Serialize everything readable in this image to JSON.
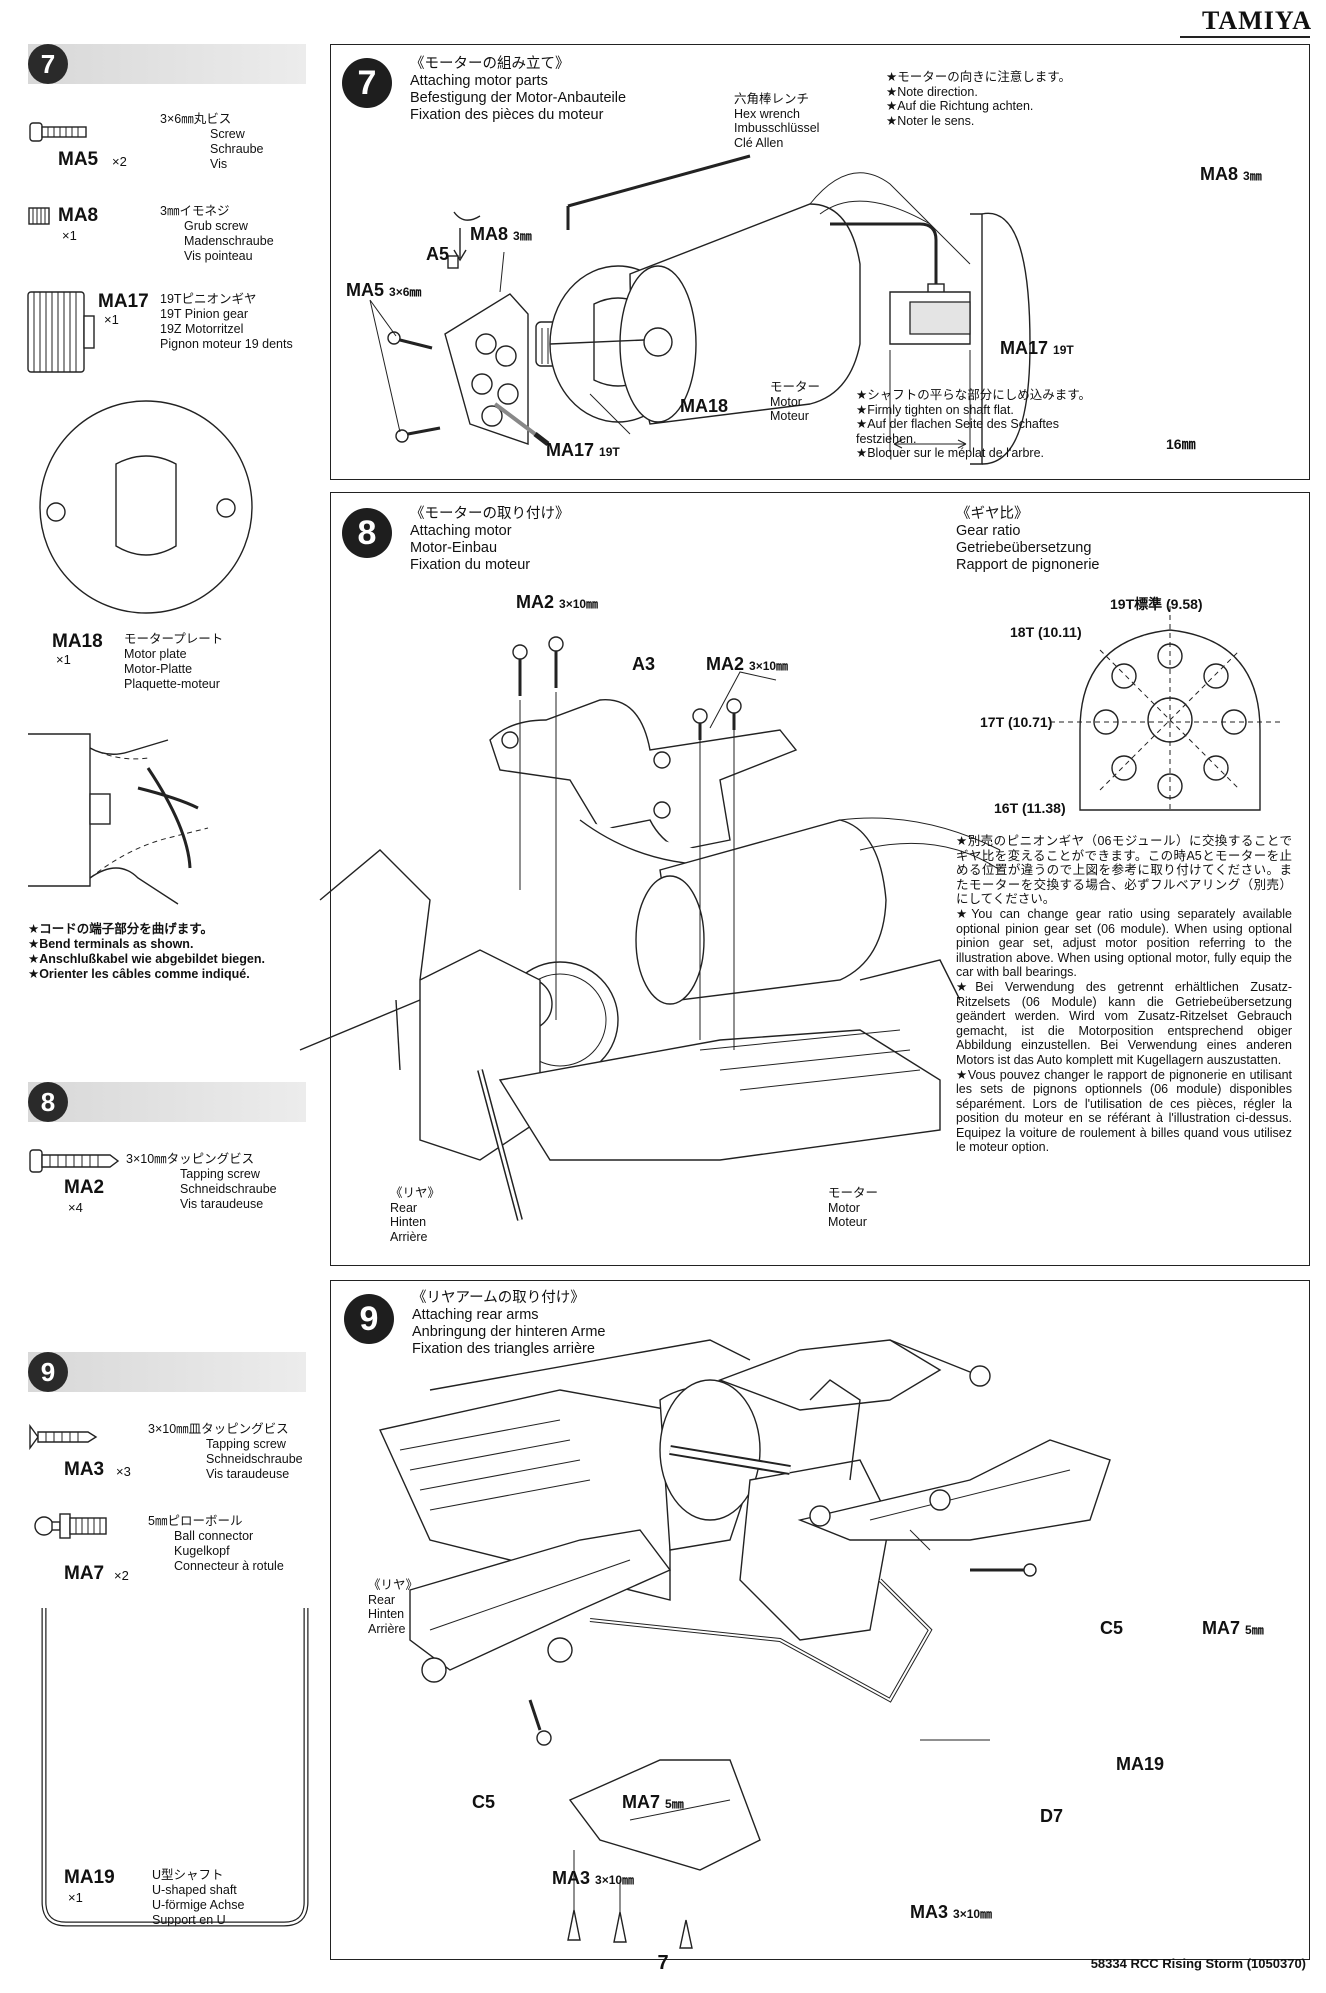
{
  "brand": "TAMIYA",
  "page_number": "7",
  "footer_code": "58334 RCC Rising Storm (1050370)",
  "left_column": {
    "step7": {
      "badge": "7",
      "parts": [
        {
          "code": "MA5",
          "qty": "×2",
          "desc_jp": "3×6㎜丸ビス",
          "desc_en": "Screw",
          "desc_de": "Schraube",
          "desc_fr": "Vis"
        },
        {
          "code": "MA8",
          "qty": "×1",
          "desc_jp": "3㎜イモネジ",
          "desc_en": "Grub screw",
          "desc_de": "Madenschraube",
          "desc_fr": "Vis pointeau"
        },
        {
          "code": "MA17",
          "qty": "×1",
          "desc_jp": "19Tピニオンギヤ",
          "desc_en": "19T Pinion gear",
          "desc_de": "19Z Motorritzel",
          "desc_fr": "Pignon moteur 19 dents"
        },
        {
          "code": "MA18",
          "qty": "×1",
          "desc_jp": "モータープレート",
          "desc_en": "Motor plate",
          "desc_de": "Motor-Platte",
          "desc_fr": "Plaquette-moteur"
        }
      ],
      "terminal_note": {
        "jp": "★コードの端子部分を曲げます。",
        "en": "★Bend terminals as shown.",
        "de": "★Anschlußkabel wie abgebildet biegen.",
        "fr": "★Orienter les câbles comme indiqué."
      }
    },
    "step8": {
      "badge": "8",
      "parts": [
        {
          "code": "MA2",
          "qty": "×4",
          "desc_jp": "3×10㎜タッピングビス",
          "desc_en": "Tapping screw",
          "desc_de": "Schneidschraube",
          "desc_fr": "Vis taraudeuse"
        }
      ]
    },
    "step9": {
      "badge": "9",
      "parts": [
        {
          "code": "MA3",
          "qty": "×3",
          "desc_jp": "3×10㎜皿タッピングビス",
          "desc_en": "Tapping screw",
          "desc_de": "Schneidschraube",
          "desc_fr": "Vis taraudeuse"
        },
        {
          "code": "MA7",
          "qty": "×2",
          "desc_jp": "5㎜ピローボール",
          "desc_en": "Ball connector",
          "desc_de": "Kugelkopf",
          "desc_fr": "Connecteur à rotule"
        },
        {
          "code": "MA19",
          "qty": "×1",
          "desc_jp": "U型シャフト",
          "desc_en": "U-shaped shaft",
          "desc_de": "U-förmige Achse",
          "desc_fr": "Support en U"
        }
      ]
    }
  },
  "step7": {
    "badge": "7",
    "title_jp": "《モーターの組み立て》",
    "title_en": "Attaching motor parts",
    "title_de": "Befestigung der Motor-Anbauteile",
    "title_fr": "Fixation des pièces du moteur",
    "tool": {
      "jp": "六角棒レンチ",
      "en": "Hex wrench",
      "de": "Imbusschlüssel",
      "fr": "Clé Allen"
    },
    "direction_note": {
      "jp": "★モーターの向きに注意します。",
      "en": "★Note direction.",
      "de": "★Auf die Richtung achten.",
      "fr": "★Noter le sens."
    },
    "motor": {
      "jp": "モーター",
      "en": "Motor",
      "de": "Moteur"
    },
    "shaft_note": {
      "jp": "★シャフトの平らな部分にしめ込みます。",
      "en": "★Firmly tighten on shaft flat.",
      "de": "★Auf der flachen Seite des Schaftes festziehen.",
      "fr": "★Bloquer sur le méplat de l'arbre."
    },
    "labels": {
      "a5": "A5",
      "ma5": "MA5",
      "ma5_size": "3×6㎜",
      "ma8": "MA8",
      "ma8_size": "3㎜",
      "ma17": "MA17",
      "ma17_size": "19T",
      "ma18": "MA18",
      "ma8_r": "MA8",
      "ma8_r_size": "3㎜",
      "ma17_r": "MA17",
      "ma17_r_size": "19T",
      "dim": "16㎜"
    }
  },
  "step8": {
    "badge": "8",
    "title_jp": "《モーターの取り付け》",
    "title_en": "Attaching motor",
    "title_de": "Motor-Einbau",
    "title_fr": "Fixation du moteur",
    "labels": {
      "ma2_a": "MA2",
      "ma2_a_size": "3×10㎜",
      "ma2_b": "MA2",
      "ma2_b_size": "3×10㎜",
      "a3": "A3"
    },
    "rear": {
      "jp": "《リヤ》",
      "en": "Rear",
      "de": "Hinten",
      "fr": "Arrière"
    },
    "motor": {
      "jp": "モーター",
      "en": "Motor",
      "de": "Moteur"
    },
    "gear_ratio": {
      "title_jp": "《ギヤ比》",
      "title_en": "Gear ratio",
      "title_de": "Getriebeübersetzung",
      "title_fr": "Rapport de pignonerie",
      "std": "19T標準 (9.58)",
      "t18": "18T (10.11)",
      "t17": "17T (10.71)",
      "t16": "16T (11.38)"
    },
    "notes": {
      "jp": "★別売のピニオンギヤ（06モジュール）に交換することでギヤ比を変えることができます。この時A5とモーターを止める位置が違うので上図を参考に取り付けてください。またモーターを交換する場合、必ずフルベアリング（別売）にしてください。",
      "en": "★You can change gear ratio using separately available optional pinion gear set (06 module). When using optional pinion gear set, adjust motor position referring to the illustration above. When using optional motor, fully equip the car with ball bearings.",
      "de": "★Bei Verwendung des getrennt erhältlichen Zusatz-Ritzelsets (06 Module) kann die Getriebeübersetzung geändert werden. Wird vom Zusatz-Ritzelset Gebrauch gemacht, ist die Motorposition entsprechend obiger Abbildung einzustellen. Bei Verwendung eines anderen Motors ist das Auto komplett mit Kugellagern auszustatten.",
      "fr": "★Vous pouvez changer le rapport de pignonerie en utilisant les sets de pignons optionnels (06 module) disponibles séparément. Lors de l'utilisation de ces pièces, régler la position du moteur en se référant à l'illustration ci-dessus. Equipez la voiture de roulement à billes quand vous utilisez le moteur option."
    }
  },
  "step9": {
    "badge": "9",
    "title_jp": "《リヤアームの取り付け》",
    "title_en": "Attaching rear arms",
    "title_de": "Anbringung der hinteren Arme",
    "title_fr": "Fixation des triangles arrière",
    "rear": {
      "jp": "《リヤ》",
      "en": "Rear",
      "de": "Hinten",
      "fr": "Arrière"
    },
    "labels": {
      "c5_r": "C5",
      "ma7_r": "MA7",
      "ma7_r_size": "5㎜",
      "ma19": "MA19",
      "c5_l": "C5",
      "ma7_l": "MA7",
      "ma7_l_size": "5㎜",
      "d7": "D7",
      "ma3_a": "MA3",
      "ma3_a_size": "3×10㎜",
      "ma3_b": "MA3",
      "ma3_b_size": "3×10㎜"
    }
  }
}
